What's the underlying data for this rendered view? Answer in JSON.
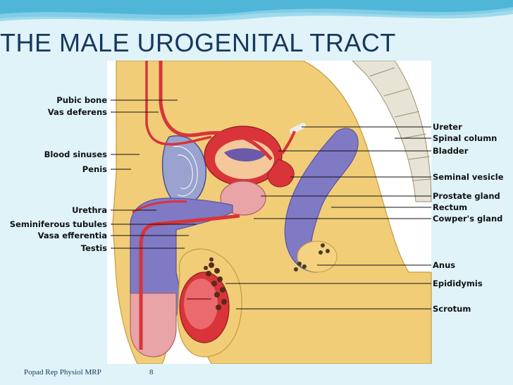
{
  "slide": {
    "title": "THE MALE UROGENITAL TRACT",
    "footer_text": "Popad Rep Physiol MRP",
    "page_number": "8"
  },
  "diagram": {
    "left_labels": [
      "Pubic bone",
      "Vas deferens",
      "Blood sinuses",
      "Penis",
      "Urethra",
      "Seminiferous tubules",
      "Vasa efferentia",
      "Testis"
    ],
    "right_labels": [
      "Ureter",
      "Spinal column",
      "Bladder",
      "Seminal vesicle",
      "Prostate gland",
      "Rectum",
      "Cowper's gland",
      "Anus",
      "Epididymis",
      "Scrotum"
    ]
  },
  "colors": {
    "background": "#dff3f9",
    "title": "#17375e",
    "skin": "#f1cd78",
    "blood_red": "#d8343a",
    "purple": "#8079c4",
    "pink": "#e9a4a8"
  }
}
